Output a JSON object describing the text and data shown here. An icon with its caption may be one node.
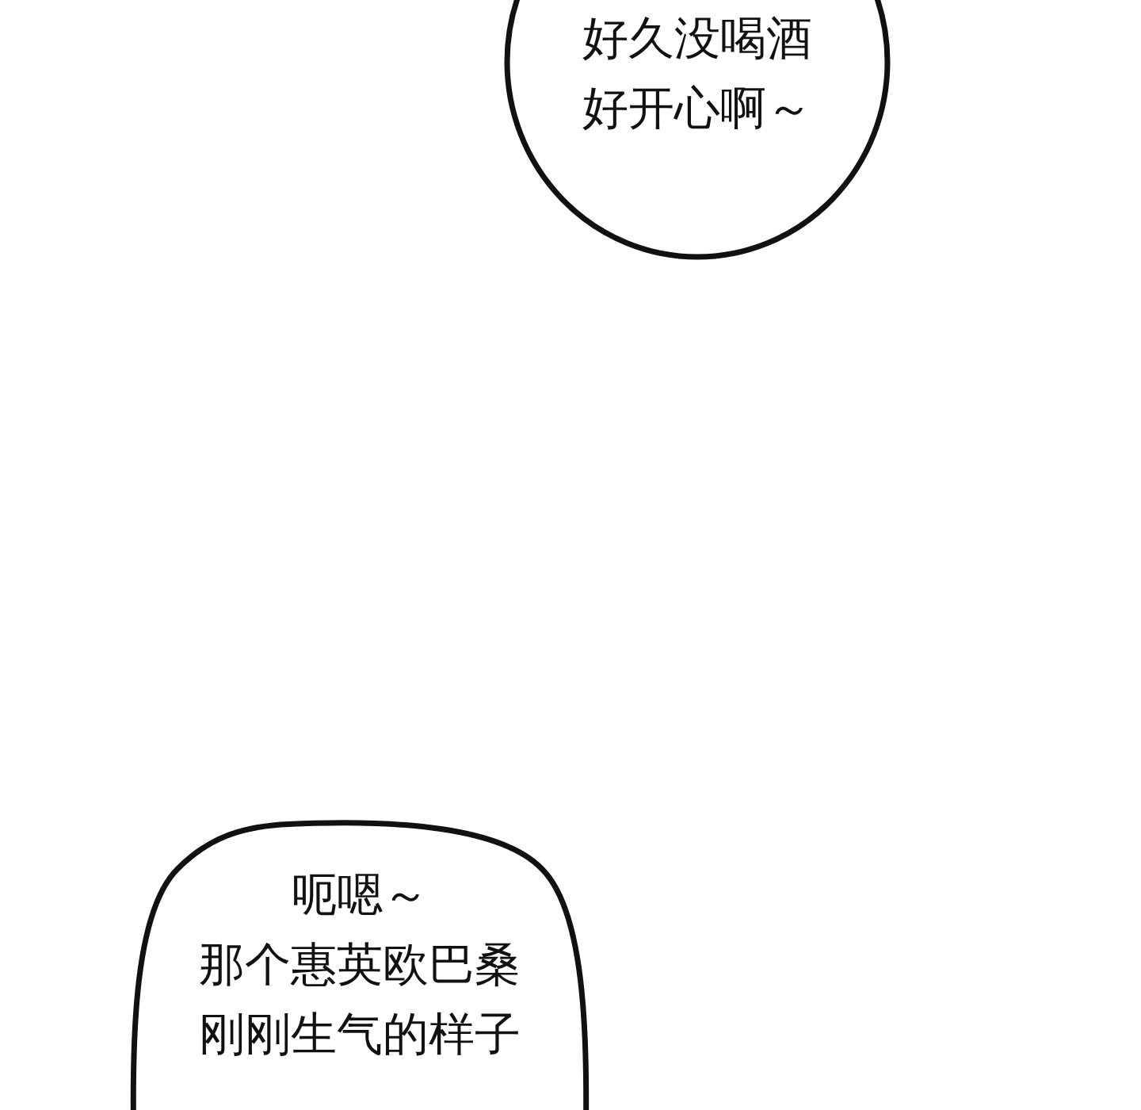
{
  "diagram": {
    "nodes": [
      {
        "text": [
          "好久没喝酒好开心啊～"
        ]
      },
      {
        "text": [
          "呃嗯～",
          "那个惠英欧巴桑刚刚生气的样子"
        ]
      }
    ]
  }
}
